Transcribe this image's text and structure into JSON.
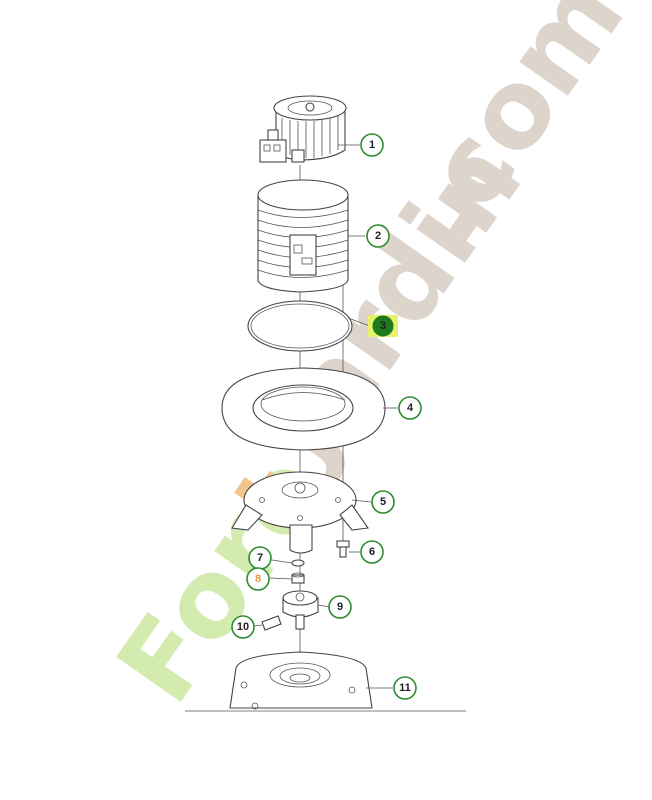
{
  "watermark": {
    "part1": "Fore",
    "letter_t": "t",
    "part2": "Jardin",
    "part3": ".com",
    "colors": {
      "green": "#d4ebb0",
      "orange": "#f3c48c",
      "beige": "#ddd5cc"
    }
  },
  "callouts": [
    {
      "id": "1",
      "label": "1"
    },
    {
      "id": "2",
      "label": "2"
    },
    {
      "id": "3",
      "label": "3",
      "highlight": true,
      "highlight_color": "#e5f36a",
      "fill_color": "#1f7a1f"
    },
    {
      "id": "4",
      "label": "4"
    },
    {
      "id": "5",
      "label": "5"
    },
    {
      "id": "6",
      "label": "6"
    },
    {
      "id": "7",
      "label": "7"
    },
    {
      "id": "8",
      "label": "8",
      "text_color": "#e69a3a"
    },
    {
      "id": "9",
      "label": "9"
    },
    {
      "id": "10",
      "label": "10"
    },
    {
      "id": "11",
      "label": "11"
    }
  ],
  "colors": {
    "callout_ring": "#2e8b2e",
    "line_art": "#444444"
  }
}
